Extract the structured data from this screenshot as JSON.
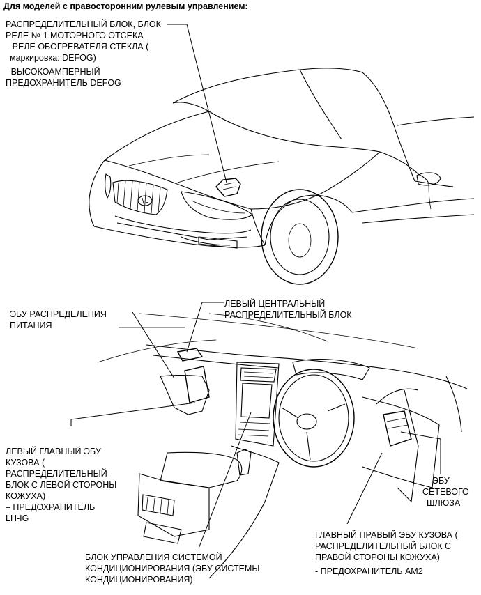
{
  "header": "Для моделей с правосторонним рулевым управлением:",
  "callouts": {
    "engine_block": {
      "line1": "РАСПРЕДЕЛИТЕЛЬНЫЙ БЛОК, БЛОК",
      "line2": "РЕЛЕ № 1 МОТОРНОГО ОТСЕКА",
      "line3": "- РЕЛЕ ОБОГРЕВАТЕЛЯ СТЕКЛА (",
      "line4": "маркировка: DEFOG)",
      "line5": "- ВЫСОКОАМПЕРНЫЙ",
      "line6": "ПРЕДОХРАНИТЕЛЬ DEFOG"
    },
    "power_ecu": {
      "line1": "ЭБУ РАСПРЕДЕЛЕНИЯ",
      "line2": "ПИТАНИЯ"
    },
    "left_center_block": {
      "line1": "ЛЕВЫЙ ЦЕНТРАЛЬНЫЙ",
      "line2": "РАСПРЕДЕЛИТЕЛЬНЫЙ БЛОК"
    },
    "left_main_body_ecu": {
      "line1": "ЛЕВЫЙ ГЛАВНЫЙ ЭБУ",
      "line2": "КУЗОВА (",
      "line3": "РАСПРЕДЕЛИТЕЛЬНЫЙ",
      "line4": "БЛОК С ЛЕВОЙ СТОРОНЫ",
      "line5": "КОЖУХА)",
      "line6": "– ПРЕДОХРАНИТЕЛЬ",
      "line7": "LH-IG"
    },
    "gateway_ecu": {
      "line1": "ЭБУ",
      "line2": "СЕТЕВОГО",
      "line3": "ШЛЮЗА"
    },
    "ac_amplifier": {
      "line1": "БЛОК УПРАВЛЕНИЯ СИСТЕМОЙ",
      "line2": "КОНДИЦИОНИРОВАНИЯ (ЭБУ СИСТЕМЫ",
      "line3": "КОНДИЦИОНИРОВАНИЯ)"
    },
    "right_main_body_ecu": {
      "line1": "ГЛАВНЫЙ ПРАВЫЙ ЭБУ КУЗОВА (",
      "line2": "РАСПРЕДЕЛИТЕЛЬНЫЙ БЛОК С",
      "line3": "ПРАВОЙ СТОРОНЫ КОЖУХА)",
      "line4": "- ПРЕДОХРАНИТЕЛЬ AM2"
    }
  }
}
